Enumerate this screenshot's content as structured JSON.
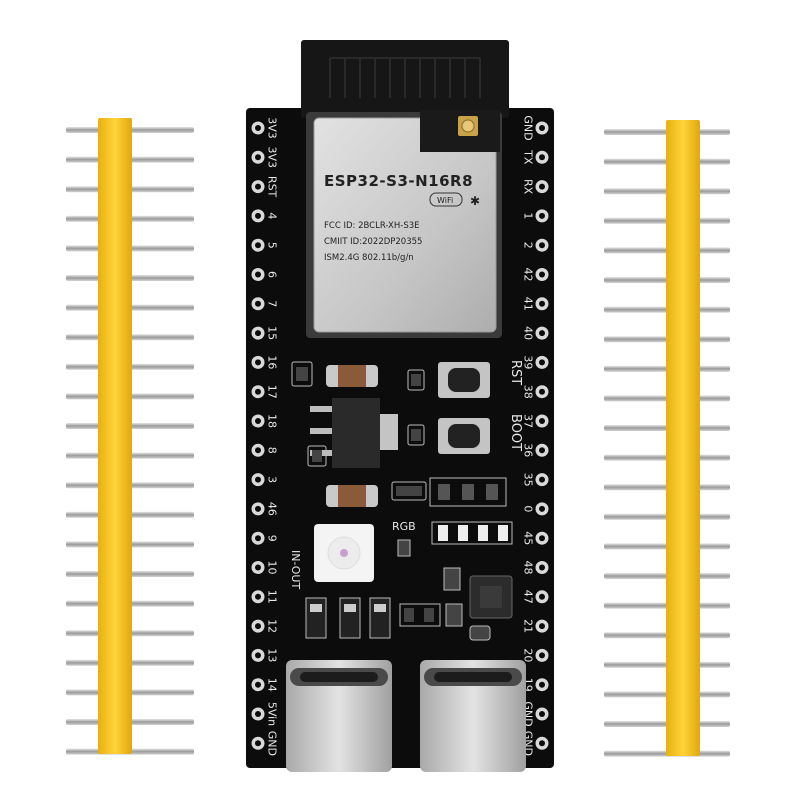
{
  "module": {
    "model": "ESP32-S3-N16R8",
    "fcc_id": "FCC ID: 2BCLR-XH-S3E",
    "cmiit_id": "CMIIT ID:2022DP20355",
    "ism": "ISM2.4G   802.11b/g/n",
    "wifi_badge": "WiFi",
    "bt_glyph": "✱"
  },
  "board": {
    "left_pins": [
      "3V3",
      "3V3",
      "RST",
      "4",
      "5",
      "6",
      "7",
      "15",
      "16",
      "17",
      "18",
      "8",
      "3",
      "46",
      "9",
      "10",
      "11",
      "12",
      "13",
      "14",
      "5Vin",
      "GND"
    ],
    "right_pins": [
      "GND",
      "TX",
      "RX",
      "1",
      "2",
      "42",
      "41",
      "40",
      "39",
      "38",
      "37",
      "36",
      "35",
      "0",
      "45",
      "48",
      "47",
      "21",
      "20",
      "19",
      "GND",
      "GND"
    ],
    "labels": {
      "rst": "RST",
      "boot": "BOOT",
      "rgb": "RGB",
      "in_out": "IN-OUT"
    }
  },
  "colors": {
    "pcb": "#0c0c0c",
    "header_plastic": "#f2c21a",
    "pin_metal": "#b8b8b8",
    "module_shield": "#cfcfcf",
    "antenna": "#1a1a1a",
    "gold": "#c9a24a"
  }
}
